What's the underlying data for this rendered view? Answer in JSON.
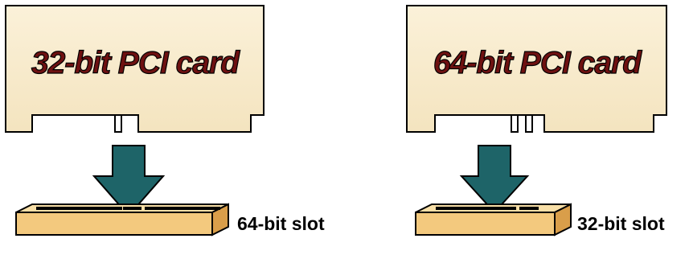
{
  "colors": {
    "card_fill": "#f7e9c8",
    "card_outline": "#000000",
    "title_fill": "#6e1111",
    "title_outline": "#000000",
    "arrow_fill": "#1e6468",
    "arrow_outline": "#000000",
    "slot_top": "#f8dfa7",
    "slot_front": "#f3c97e",
    "slot_side": "#d99e4a",
    "slot_groove": "#000000",
    "label_text": "#000000"
  },
  "diagrams": [
    {
      "card_title": "32-bit PCI card",
      "slot_label": "64-bit slot"
    },
    {
      "card_title": "64-bit PCI card",
      "slot_label": "32-bit slot"
    }
  ]
}
